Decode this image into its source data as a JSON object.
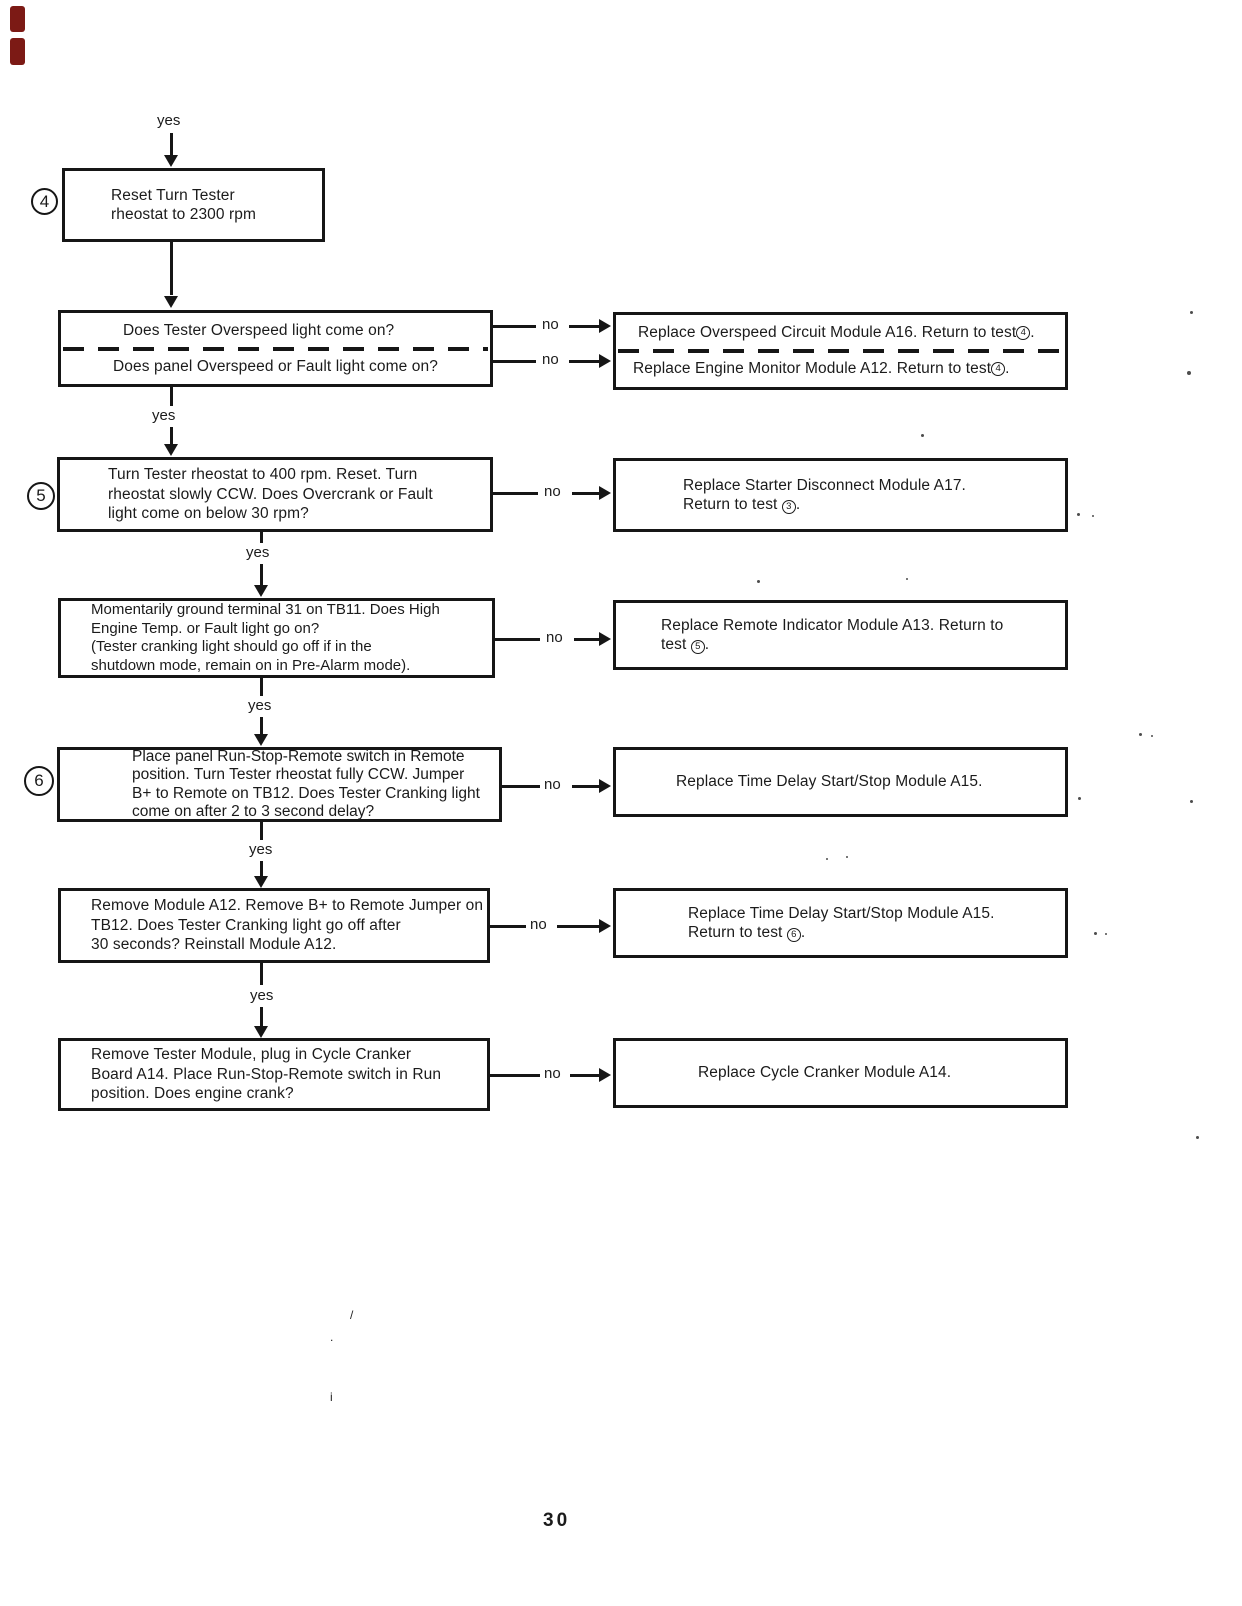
{
  "page_number": "30",
  "labels": {
    "yes": "yes",
    "no": "no"
  },
  "badges": {
    "step4": "4",
    "step5": "5",
    "step6": "6"
  },
  "boxes": {
    "step4": {
      "lines": [
        "Reset Turn Tester",
        "rheostat to 2300 rpm"
      ]
    },
    "overspeed": {
      "q1": "Does Tester Overspeed light come on?",
      "q2": "Does panel Overspeed or Fault light come on?"
    },
    "overspeed_fix": {
      "r1_pre": "Replace Overspeed Circuit Module A16. Return to test ",
      "r1_num": "4",
      "r1_post": ".",
      "r2_pre": "Replace Engine Monitor Module A12. Return to test ",
      "r2_num": "4",
      "r2_post": "."
    },
    "step5": {
      "lines": [
        "Turn Tester rheostat to 400 rpm. Reset. Turn",
        "rheostat slowly CCW. Does Overcrank or Fault",
        "light come on below 30 rpm?"
      ]
    },
    "step5_fix": {
      "line1": "Replace Starter Disconnect Module A17.",
      "r2_pre": "Return to test ",
      "r2_num": "3",
      "r2_post": "."
    },
    "tb11": {
      "lines": [
        "Momentarily ground terminal 31 on TB11. Does High",
        "Engine Temp. or Fault light go on?",
        "(Tester cranking light should go off if in the",
        "shutdown mode, remain on in Pre-Alarm mode)."
      ]
    },
    "tb11_fix": {
      "line1": "Replace Remote Indicator Module A13. Return to",
      "r2_pre": "test ",
      "r2_num": "5",
      "r2_post": "."
    },
    "step6": {
      "lines": [
        "Place panel Run-Stop-Remote switch in Remote",
        "position. Turn Tester rheostat fully CCW. Jumper",
        "B+ to Remote on TB12. Does Tester Cranking light",
        "come on after 2 to 3 second delay?"
      ]
    },
    "step6_fix": {
      "line1": "Replace Time Delay Start/Stop Module A15."
    },
    "a12": {
      "lines": [
        "Remove Module A12. Remove B+ to Remote Jumper on",
        "TB12. Does Tester Cranking light go off after",
        "30 seconds? Reinstall Module A12."
      ]
    },
    "a12_fix": {
      "line1": "Replace Time Delay Start/Stop Module A15.",
      "r2_pre": "Return to test ",
      "r2_num": "6",
      "r2_post": "."
    },
    "cranker": {
      "lines": [
        "Remove Tester Module, plug in Cycle Cranker",
        "Board A14. Place Run-Stop-Remote switch in Run",
        "position. Does engine crank?"
      ]
    },
    "cranker_fix": {
      "line1": "Replace Cycle Cranker Module A14."
    }
  },
  "stray_marks": {
    "slash": "/",
    "dot": ".",
    "i_mark": "i"
  }
}
